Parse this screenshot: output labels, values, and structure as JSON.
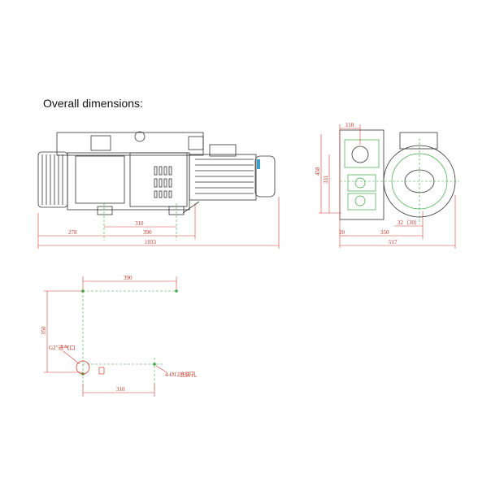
{
  "title": "Overall dimensions:",
  "side_view": {
    "dims": {
      "d310": "310",
      "d390": "390",
      "d278": "278",
      "d1033": "1033"
    }
  },
  "end_view": {
    "dims": {
      "d110": "110",
      "d458": "458",
      "d331": "331",
      "d32": "32（30）",
      "d20": "20",
      "d350": "350",
      "d517": "517"
    }
  },
  "base_plan": {
    "dims": {
      "d390": "390",
      "d350": "350",
      "d310": "310"
    },
    "labels": {
      "inlet": "G2″进气口",
      "holes": "4-Ø12底脚孔"
    }
  },
  "colors": {
    "dimension": "#d04030",
    "centerline": "#3da845",
    "outline": "#333333"
  }
}
